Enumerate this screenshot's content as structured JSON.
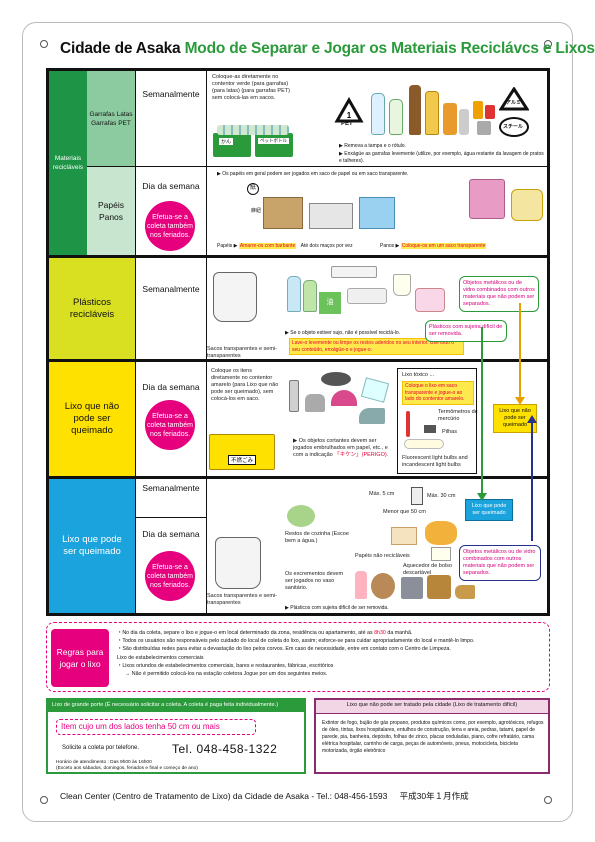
{
  "title": {
    "city": "Cidade de Asaka",
    "main": "Modo de Separar e Jogar os Materiais Reciclávcs e Lixos"
  },
  "recyclables": {
    "label": "Materiais recicláveis",
    "bottles": {
      "label": "Garrafas Latas Garrafas PET",
      "freq": "Semanalmente",
      "desc": "Coloque-as diretamente no contentor verde (para garrafas) (para latas) (para garrafas PET) sem colocá-las em sacos.",
      "crate1": "かん",
      "crate2": "ペットボトル",
      "pet_label": "PET",
      "note1": "Remova a tampa e o rótulo.",
      "note2": "Enxágüe as garrafas levemente (utilize, por exemplo, água restante da lavagem de pratos e talheres).",
      "al_label": "アルミ",
      "st_label": "スチール"
    },
    "paper": {
      "label": "Papéis Panos",
      "freq": "Dia da semana",
      "badge": "Efetua-se a coleta também nos feriados.",
      "note_top": "Os papéis em geral podem ser jogados em saco de papel ou em saco transparente.",
      "paper_label": "Papéis",
      "paper_rule": "Amarre-os com barbante",
      "paper_rule2": "Até dois maços por vez",
      "cloth_label": "Panos",
      "cloth_rule": "Coloque-os em um saco transparente",
      "paper_tag": "紙",
      "string_label": "麻紐"
    }
  },
  "plastics": {
    "label": "Plásticos recicláveis",
    "freq": "Semanalmente",
    "bag_note": "Sacos transparentes e semi-transparentes",
    "note1": "Se o objeto estiver sujo, não é possível reciclá-lo.",
    "note2": "Lave-o levemente ou limpe os restos aderidos no seu interior. Use todo o seu conteúdo, enxágüe-o e jogue-o.",
    "callout_metal": "Objetos metálicos ou de vidro combinados com outros materiais que não podem ser separados.",
    "callout_hard": "Plásticos com sujeira difícil de ser removida.",
    "oil_label": "油"
  },
  "nonburn": {
    "label": "Lixo que não pode ser queimado",
    "freq": "Dia da semana",
    "badge": "Efetua-se a coleta também nos feriados.",
    "desc": "Coloque os itens diretamente no contentor amarelo (para Lixo que não pode ser queimado), sem colocá-los em saco.",
    "crate": "不燃ごみ",
    "toxic_label": "Lixo tóxico ...",
    "toxic_rule": "Coloque o lixo em saco transparente e jogue-o ao lado do contentor amarelo.",
    "therm": "Termômetros de mercúrio",
    "battery": "Pilhas",
    "bulbs": "Fluorescent light bulbs and incandescent light bulbs",
    "sharp": "Os objetos cortantes devem ser jogados embrulhados em papel, etc., e com a indicação",
    "sharp_mark": "「キケン」(PERIGO).",
    "yellow_box": "Lixo que não pode ser queimado"
  },
  "burn": {
    "label": "Lixo que pode ser queimado",
    "freq1": "Semanalmente",
    "freq2": "Dia da semana",
    "badge": "Efetua-se a coleta também nos feriados.",
    "bag_note": "Sacos transparentes e semi-transparentes",
    "max_w": "Máx. 5 cm",
    "max_h": "Máx. 30 cm",
    "max_l": "Menor que 50 cm",
    "kitchen": "Restos de cozinha (Escoe bem a água.)",
    "paper_nonrec": "Papéis não recicláveis",
    "heater": "Aquecedor de bolso descartável",
    "feces": "Os excrementos devem ser jogados no vaso sanitário.",
    "plastic_dirty": "Plásticos com sujeira difícil de ser removida.",
    "blue_box": "Lixo que pode ser queimado",
    "callout_metal": "Objetos metálicos ou de vidro combinados com outros materiais que não podem ser separados."
  },
  "rules": {
    "label": "Regras para jogar o lixo",
    "line1a": "No dia da coleta, separe o lixo e jogue-o em local determinado da zona, residência ou apartamento, até as",
    "line1b": "8h30",
    "line1c": "da manhã.",
    "line2": "Todos os usuários são responsáveis pelo cuidado do local de coleta do lixo, assim; esforce-se para cuidar apropriadamente do local e mantê-lo limpo.",
    "line3": "São distribuídas redes para evitar a devastação do lixo pelos corvos. Em caso de necessidade, entre em contato com o Centro de Limpeza.",
    "line4": "Lixo de estabelecimentos comerciais",
    "line5": "Lixos oriundos de estabelecimentos comerciais, bares e restaurantes, fábricas, escritórios",
    "line6": "→ Não é permitido colocá-los na estação coletora Jogue por um dos seguintes meios."
  },
  "large": {
    "head": "Lixo de grande porte (É necessário solicitar a coleta. A coleta é paga feita individualmente.)",
    "dash": "Item cujo um dos lados tenha 50 cm ou mais",
    "tel_label": "Solicite a coleta por telefone.",
    "tel": "Tel. 048-458-1322",
    "hours1": "Horário de atendimento : Das 9h00 às 16h00",
    "hours2": "(Exceto aos sábados, domingos, feriados e final e começo de ano)"
  },
  "nonprocessable": {
    "head": "Lixo que não pode ser tratado pela cidade (Lixo de tratamento difícil)",
    "text": "Extintor de fogo, bujão de gás propano, produtos químicos como, por exemplo, agrotóxicos, refugos de óleo, tintas, lixos hospitalares, entulhos de construção, terra e areia, pedras, tatami, papel de parede, pia, banheira, depósito, folhas de zinco, placas onduladas, piano, cofre refratário, cama elétrica hospitalar, carrinho de carga, peças de automóveis, pneus, motocicleta, bicicleta motorizada, órgão eletrônico"
  },
  "footer": {
    "text": "Clean Center (Centro de Tratamento de Lixo) da Cidade de Asaka - Tel.: 048-456-1593",
    "date": "平成30年１月作成"
  },
  "colors": {
    "recyclable_green": "#1e9447",
    "bottle_green": "#8ccaa0",
    "paper_green": "#c8e5cf",
    "plastic_lime": "#d8e021",
    "nonburn_yellow": "#ffe100",
    "burn_blue": "#1aa3dd",
    "pink": "#e6007e"
  }
}
